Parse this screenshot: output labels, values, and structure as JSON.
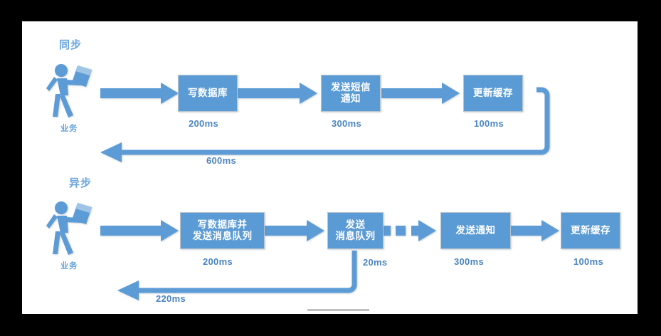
{
  "diagram": {
    "title_sync": "同步",
    "title_async": "异步",
    "accent_color": "#5B9BD5",
    "box_border_color": "#b9c4cf",
    "label_color": "#4C85C0",
    "canvas_bg": "#ffffff",
    "frame_bg": "#000000"
  },
  "sync_flow": {
    "heading": "同步",
    "actor": {
      "name": "actor-business",
      "label": "业务",
      "icon": "walking-person-with-box-icon"
    },
    "steps": [
      {
        "id": "sync-step-1",
        "label_lines": [
          "写数据库"
        ],
        "duration": "200ms"
      },
      {
        "id": "sync-step-2",
        "label_lines": [
          "发送短信",
          "通知"
        ],
        "duration": "300ms"
      },
      {
        "id": "sync-step-3",
        "label_lines": [
          "更新缓存"
        ],
        "duration": "100ms"
      }
    ],
    "return_arrow": {
      "name": "sync-return-arrow",
      "duration": "600ms"
    }
  },
  "async_flow": {
    "heading": "异步",
    "actor": {
      "name": "actor-business",
      "label": "业务",
      "icon": "walking-person-with-box-icon"
    },
    "steps": [
      {
        "id": "async-step-1",
        "label_lines": [
          "写数据库并",
          "发送消息队列"
        ],
        "duration": "200ms"
      },
      {
        "id": "async-step-2",
        "label_lines": [
          "发送",
          "消息队列"
        ],
        "duration": "20ms"
      },
      {
        "id": "async-step-3",
        "label_lines": [
          "发送通知"
        ],
        "duration": "300ms"
      },
      {
        "id": "async-step-4",
        "label_lines": [
          "更新缓存"
        ],
        "duration": "100ms"
      }
    ],
    "return_arrow": {
      "name": "async-return-arrow",
      "duration": "220ms"
    },
    "dashed_link": {
      "name": "async-dashed-arrow",
      "style": "dashed"
    }
  }
}
